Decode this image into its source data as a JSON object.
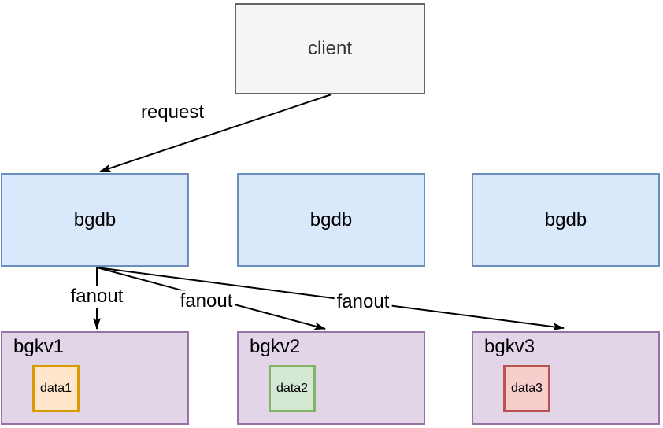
{
  "diagram": {
    "nodes": {
      "client": {
        "label": "client",
        "fill": "#F5F5F5",
        "stroke": "#666666",
        "text_color": "#333333"
      },
      "bgdb": [
        {
          "label": "bgdb"
        },
        {
          "label": "bgdb"
        },
        {
          "label": "bgdb"
        }
      ],
      "bgdb_style": {
        "fill": "#DAE8FC",
        "stroke": "#6C8EBF"
      },
      "bgkv": [
        {
          "label": "bgkv1",
          "data_item": {
            "label": "data1",
            "fill": "#FFE6CC",
            "stroke": "#D79B00"
          }
        },
        {
          "label": "bgkv2",
          "data_item": {
            "label": "data2",
            "fill": "#D5E8D4",
            "stroke": "#82B366"
          }
        },
        {
          "label": "bgkv3",
          "data_item": {
            "label": "data3",
            "fill": "#F8CECC",
            "stroke": "#B85450"
          }
        }
      ],
      "bgkv_style": {
        "fill": "#E1D5E7",
        "stroke": "#9673A6"
      }
    },
    "edges": [
      {
        "label": "request",
        "from": "client",
        "to": "bgdb-1"
      },
      {
        "label": "fanout",
        "from": "bgdb-1",
        "to": "bgkv1"
      },
      {
        "label": "fanout",
        "from": "bgdb-1",
        "to": "bgkv2"
      },
      {
        "label": "fanout",
        "from": "bgdb-1",
        "to": "bgkv3"
      }
    ],
    "edge_style": {
      "line_color": "#000000"
    }
  }
}
